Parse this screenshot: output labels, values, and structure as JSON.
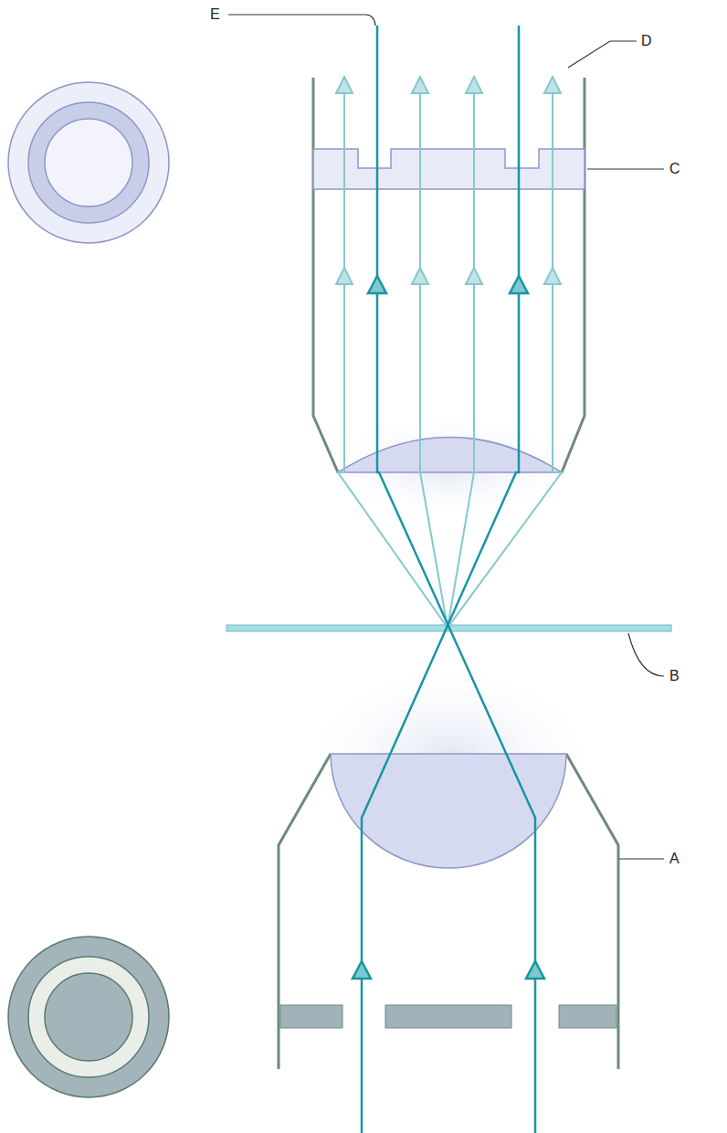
{
  "diagram": {
    "labels": [
      "E",
      "D",
      "C",
      "B",
      "A"
    ]
  }
}
